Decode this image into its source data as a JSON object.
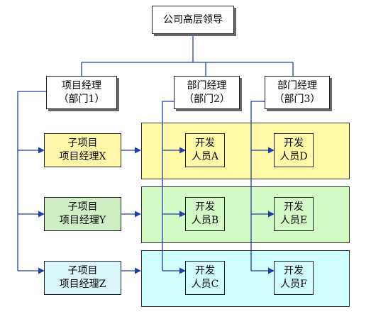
{
  "colors": {
    "line": "#1f3fb0",
    "band_yellow": "#fffaa6",
    "band_green": "#d3f9c4",
    "band_cyan": "#cffcfd",
    "box_white": "#ffffff",
    "box_yellow": "#fff7a8",
    "box_green": "#cfeec4",
    "box_cyan": "#d9f6fb"
  },
  "top": {
    "label": "公司高层领导"
  },
  "managers": [
    {
      "line1": "项目经理",
      "line2": "（部门1）"
    },
    {
      "line1": "部门经理",
      "line2": "（部门2）"
    },
    {
      "line1": "部门经理",
      "line2": "（部门3）"
    }
  ],
  "subprojects": [
    {
      "line1": "子项目",
      "line2": "项目经理X"
    },
    {
      "line1": "子项目",
      "line2": "项目经理Y"
    },
    {
      "line1": "子项目",
      "line2": "项目经理Z"
    }
  ],
  "developers": [
    {
      "line1": "开发",
      "line2": "人员A"
    },
    {
      "line1": "开发",
      "line2": "人员D"
    },
    {
      "line1": "开发",
      "line2": "人员B"
    },
    {
      "line1": "开发",
      "line2": "人员E"
    },
    {
      "line1": "开发",
      "line2": "人员C"
    },
    {
      "line1": "开发",
      "line2": "人员F"
    }
  ]
}
